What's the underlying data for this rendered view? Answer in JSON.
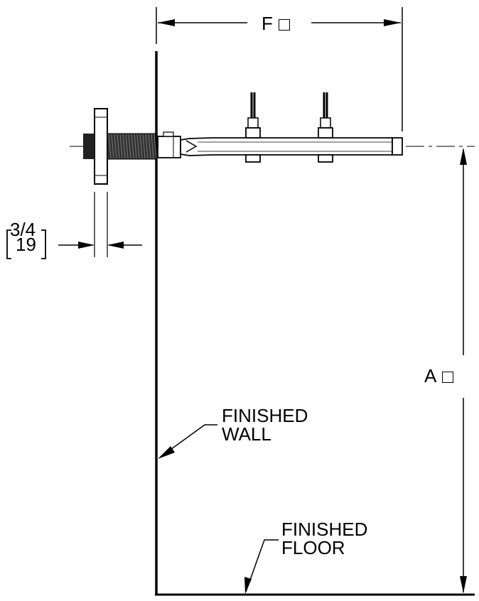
{
  "labels": {
    "dim_f": "F",
    "dim_a": "A",
    "dim_inch": "3/4",
    "dim_mm": "19",
    "wall_line1": "FINISHED",
    "wall_line2": "WALL",
    "floor_line1": "FINISHED",
    "floor_line2": "FLOOR"
  },
  "colors": {
    "ink": "#000000",
    "paper": "#ffffff"
  }
}
